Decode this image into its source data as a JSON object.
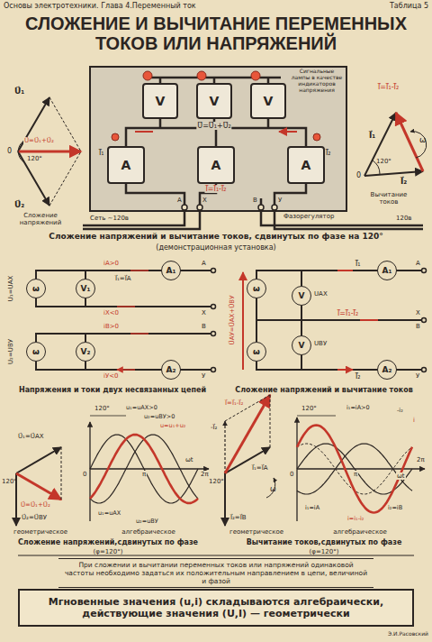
{
  "diagram": {
    "title": "СЛОЖЕНИЕ И ВЫЧИТАНИЕ ПЕРЕМЕННЫХ ТОКОВ ИЛИ НАПРЯЖЕНИЙ",
    "nodes": [
      {
        "text": [
          "V"
        ]
      },
      {
        "text": [
          "V"
        ]
      },
      {
        "text": [
          "V"
        ]
      },
      {
        "text": [
          "A"
        ]
      },
      {
        "text": [
          "A"
        ]
      },
      {
        "text": [
          "A"
        ]
      },
      {
        "text": [
          "ω"
        ]
      },
      {
        "text": [
          "V₁"
        ]
      },
      {
        "text": [
          "A₁"
        ]
      },
      {
        "text": [
          "ω"
        ]
      },
      {
        "text": [
          "V₂"
        ]
      },
      {
        "text": [
          "A₂"
        ]
      },
      {
        "text": [
          "ω"
        ]
      },
      {
        "text": [
          "V"
        ]
      },
      {
        "text": [
          "A₁"
        ]
      },
      {
        "text": [
          "ω"
        ]
      },
      {
        "text": [
          "V"
        ]
      },
      {
        "text": [
          "A₂"
        ]
      },
      {
        "text": [
          "При сложении и вычитании переменных токов или напряжений одинаковой частоты необходимо задаться их положительным направлением в цепи, величиной и фазой"
        ]
      },
      {
        "text": [
          "Мгновенные значения (u,i) складываются алгебраически, действующие значения (U,I) — геометрически"
        ]
      }
    ],
    "labels": [
      "Основы электротехники. Глава 4.Переменный ток",
      "Таблица 5",
      "Сигнальные лампы в качестве индикаторов напряжения",
      "U⃗=U⃗₁+U⃗₂",
      "I⃗₁",
      "I⃗₂",
      "I⃗=I⃗₁-I⃗₂",
      "A",
      "X",
      "B",
      "У",
      "Сеть ~120в",
      "Фазорегулятор",
      "120в",
      "U⃗₁",
      "U⃗=U⃗₁+U⃗₂",
      "0",
      "120°",
      "U⃗₂",
      "Сложение напряжений",
      "I⃗=I⃗₁-I⃗₂",
      "I⃗₁",
      "I⃗₂",
      "120°",
      "ω",
      "0",
      "Вычитание токов",
      "Сложение напряжений и вычитание токов, сдвинутых по фазе на 120°",
      "(демонстрационная установка)",
      "U₁=UAX",
      "A",
      "iA>0",
      "I⃗₁=I⃗A",
      "X",
      "iX<0",
      "U₂=UBУ",
      "B",
      "iB>0",
      "У",
      "iУ<0",
      "Напряжения и токи двух несвязанных цепей",
      "U⃗AУ=U⃗AX+U⃗BУ",
      "UAX",
      "UBУ",
      "I⃗₁",
      "I⃗=I⃗₁-I⃗₂",
      "I⃗₂",
      "A",
      "X",
      "B",
      "У",
      "Сложение напряжений и вычитание токов",
      "U⃗₁=U⃗AX",
      "120°",
      "U⃗=U⃗₁+U⃗₂",
      "U⃗₂=U⃗BУ",
      "геометрическое",
      "120°",
      "u₁=uAX>0",
      "u₂=uBУ>0",
      "u=u₁+u₂",
      "0",
      "π",
      "2π",
      "ωt",
      "u₁=uAX",
      "u₂=uBУ",
      "алгебраическое",
      "-I⃗₂",
      "I⃗=I⃗₁-I⃗₂",
      "I⃗₁=I⃗A",
      "120°",
      "ω",
      "I⃗₂=I⃗B",
      "геометрическое",
      "120°",
      "i₁=iA>0",
      "-i₂",
      "i",
      "0",
      "π",
      "2π",
      "ωt",
      "i₁=iA",
      "i=i₁-i₂",
      "i₂=iB",
      "алгебраическое",
      "Сложение напряжений,сдвинутых по фазе",
      "(φ=120°)",
      "Вычитание токов,сдвинутых по фазе",
      "(φ=120°)",
      "Э.И.Расовский"
    ]
  }
}
